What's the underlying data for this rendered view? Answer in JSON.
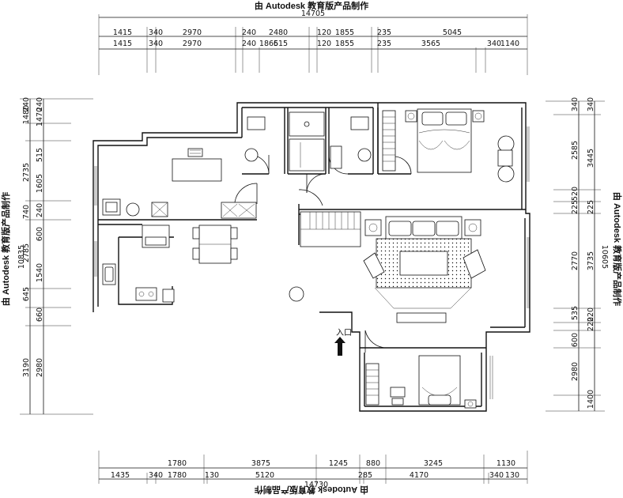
{
  "watermark": "由 Autodesk 教育版产品制作",
  "entrance_label": "入口",
  "dims": {
    "top_total": "14705",
    "top_row1": [
      "1415",
      "340",
      "2970",
      "240",
      "2480",
      "120",
      "1855",
      "235",
      "5045"
    ],
    "top_row2": [
      "1415",
      "340",
      "2970",
      "240",
      "1865",
      "615",
      "120",
      "1855",
      "235",
      "3565",
      "340",
      "1140"
    ],
    "left_total": "10835",
    "left_row1": [
      "240",
      "1480",
      "2735",
      "740",
      "2785",
      "645",
      "3190"
    ],
    "left_row2": [
      "240",
      "1470",
      "515",
      "1605",
      "240",
      "600",
      "1540",
      "660",
      "2980"
    ],
    "right_total": "10605",
    "right_row1": [
      "340",
      "2585",
      "520",
      "225",
      "2770",
      "535",
      "600",
      "2980"
    ],
    "right_row2": [
      "340",
      "3445",
      "225",
      "3735",
      "220",
      "220",
      "1400"
    ],
    "bottom_total": "14730",
    "bottom_row1": [
      "1780",
      "3875",
      "1245",
      "880",
      "3245",
      "1130"
    ],
    "bottom_row2": [
      "1435",
      "340",
      "1780",
      "130",
      "5120",
      "285",
      "4170",
      "340",
      "130"
    ],
    "bottom_row2_extra": [
      "285",
      "285"
    ]
  }
}
